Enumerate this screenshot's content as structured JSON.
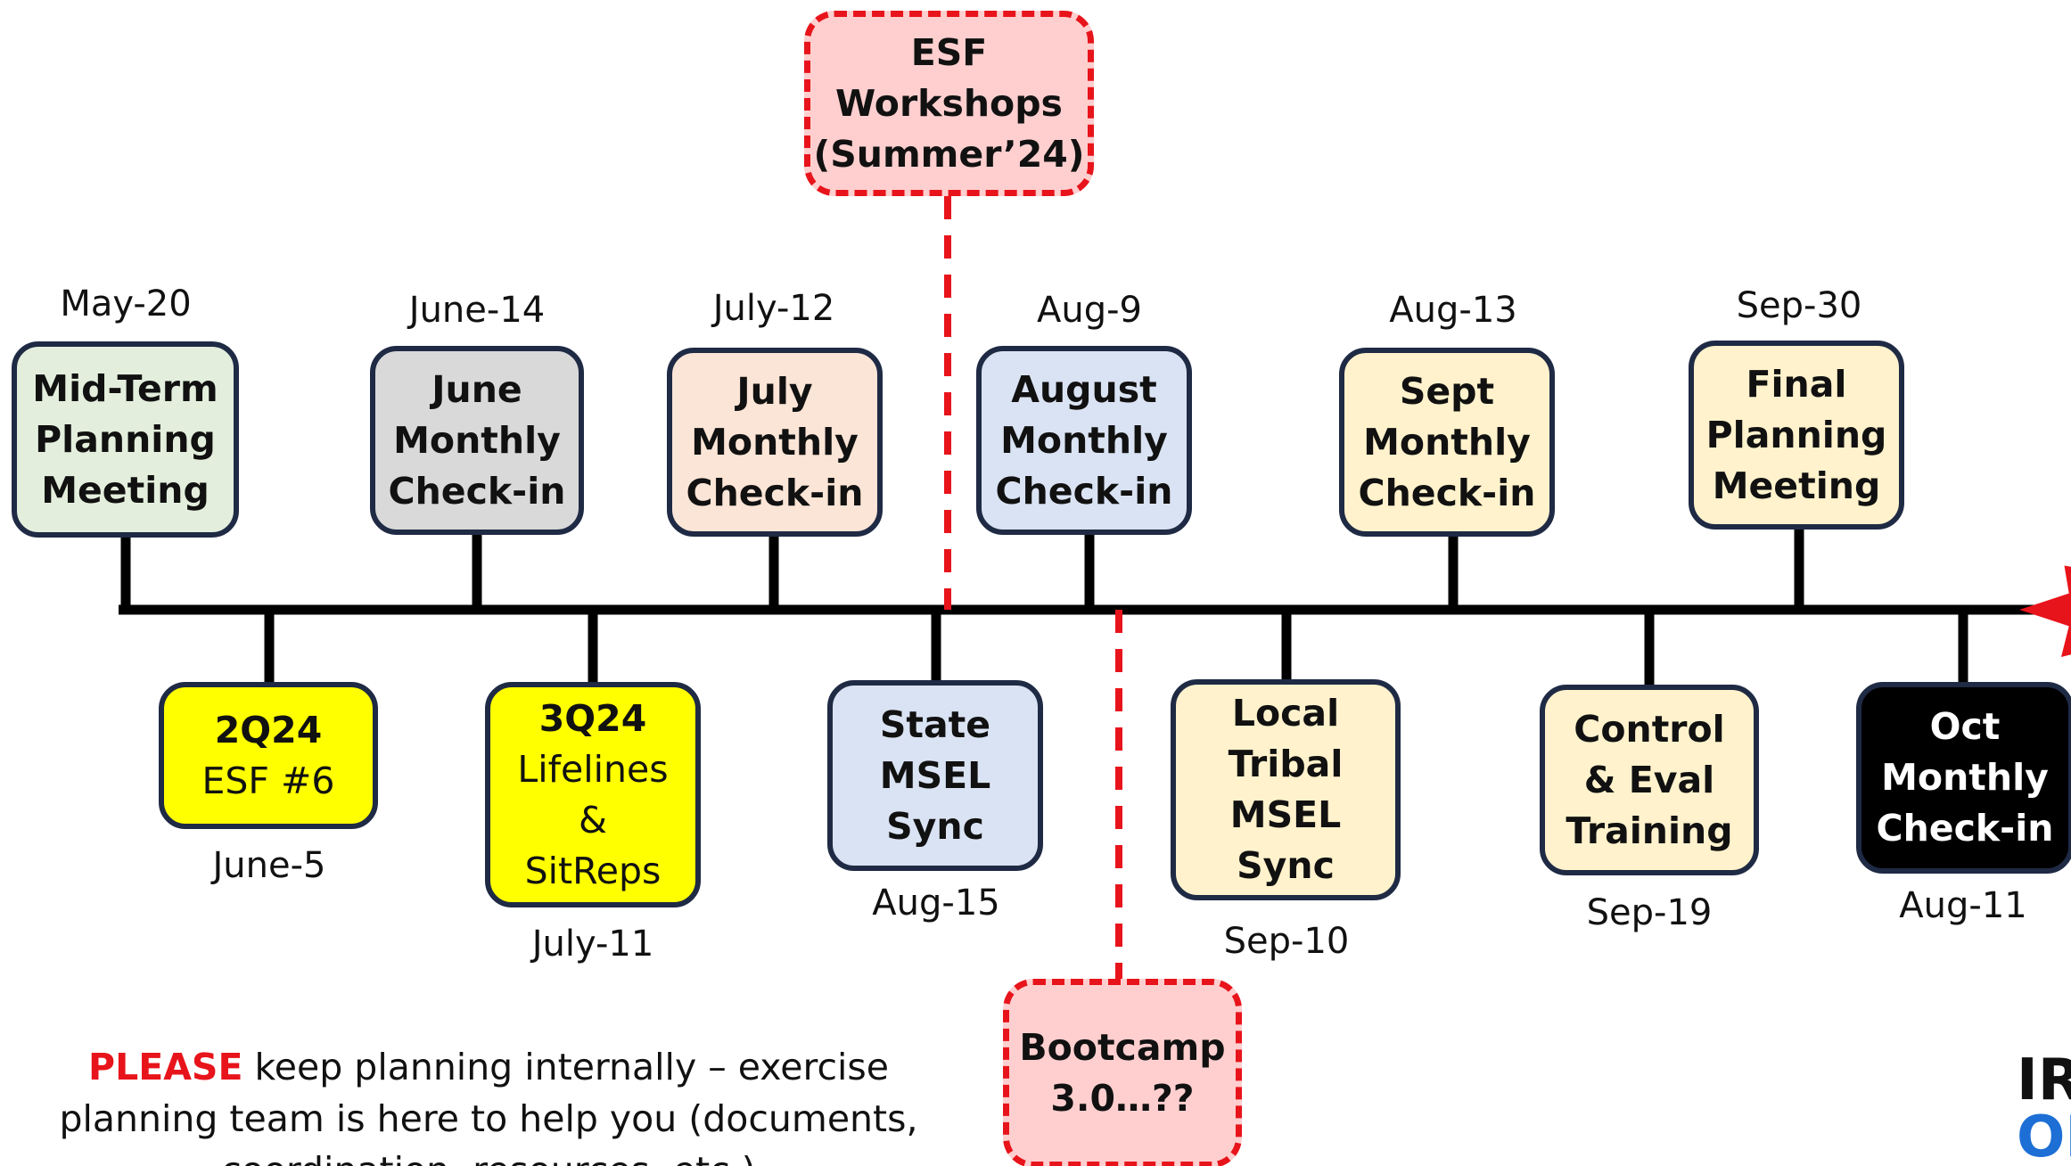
{
  "top_events": [
    {
      "date": "May-20",
      "lines": [
        "Mid-Term",
        "Planning",
        "Meeting"
      ],
      "bg": "#e3efdc"
    },
    {
      "date": "June-14",
      "lines": [
        "June",
        "Monthly",
        "Check-in"
      ],
      "bg": "#d9d9d9"
    },
    {
      "date": "July-12",
      "lines": [
        "July",
        "Monthly",
        "Check-in"
      ],
      "bg": "#fbe5d6"
    },
    {
      "date": "Aug-9",
      "lines": [
        "August",
        "Monthly",
        "Check-in"
      ],
      "bg": "#dae3f3"
    },
    {
      "date": "Aug-13",
      "lines": [
        "Sept",
        "Monthly",
        "Check-in"
      ],
      "bg": "#fff2cc"
    },
    {
      "date": "Sep-30",
      "lines": [
        "Final",
        "Planning",
        "Meeting"
      ],
      "bg": "#fff2cc"
    }
  ],
  "bottom_events": [
    {
      "date": "June-5",
      "bold": [
        "2Q24"
      ],
      "regular": [
        "ESF #6"
      ],
      "bg": "#ffff00"
    },
    {
      "date": "July-11",
      "bold": [
        "3Q24"
      ],
      "regular": [
        "Lifelines",
        "&",
        "SitReps"
      ],
      "bg": "#ffff00"
    },
    {
      "date": "Aug-15",
      "bold": [
        "State",
        "MSEL",
        "Sync"
      ],
      "regular": [],
      "bg": "#dae3f3"
    },
    {
      "date": "Sep-10",
      "bold": [
        "Local",
        "Tribal",
        "MSEL",
        "Sync"
      ],
      "regular": [],
      "bg": "#fff2cc"
    },
    {
      "date": "Sep-19",
      "bold": [
        "Control",
        "& Eval",
        "Training"
      ],
      "regular": [],
      "bg": "#fff2cc"
    },
    {
      "date": "Aug-11",
      "bold": [
        "Oct",
        "Monthly",
        "Check-in"
      ],
      "regular": [],
      "bg": "#000000",
      "fg": "#ffffff"
    }
  ],
  "workshop": {
    "lines": [
      "ESF",
      "Workshops",
      "(Summer’24)"
    ]
  },
  "bootcamp": {
    "lines": [
      "Bootcamp",
      "3.0…??"
    ]
  },
  "note": {
    "please": "PLEASE",
    "text": " keep planning internally – exercise planning team is here to help you (documents, coordination, resources, etc.)"
  },
  "logo": {
    "line1": "IR",
    "line2": "OR"
  },
  "colors": {
    "line": "#000000",
    "dash": "#e8141b",
    "star": "#e8141b",
    "border": "#1f2a44"
  }
}
